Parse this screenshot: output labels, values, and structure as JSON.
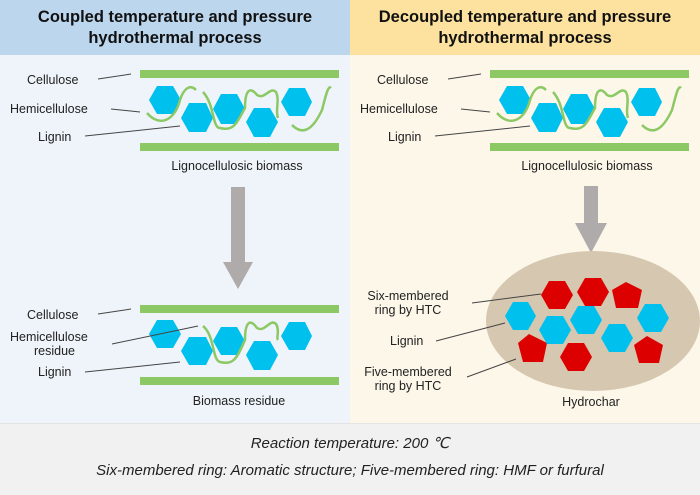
{
  "left_panel": {
    "title": "Coupled temperature and pressure hydrothermal process",
    "top": {
      "labels": {
        "cellulose": "Cellulose",
        "hemicellulose": "Hemicellulose",
        "lignin": "Lignin"
      },
      "caption": "Lignocellulosic biomass"
    },
    "bottom": {
      "labels": {
        "cellulose": "Cellulose",
        "hemicellulose_1": "Hemicellulose",
        "hemicellulose_2": "residue",
        "lignin": "Lignin"
      },
      "caption": "Biomass residue"
    }
  },
  "right_panel": {
    "title": "Decoupled temperature and pressure hydrothermal process",
    "top": {
      "labels": {
        "cellulose": "Cellulose",
        "hemicellulose": "Hemicellulose",
        "lignin": "Lignin"
      },
      "caption": "Lignocellulosic biomass"
    },
    "bottom": {
      "labels": {
        "six_1": "Six-membered",
        "six_2": "ring by HTC",
        "lignin": "Lignin",
        "five_1": "Five-membered",
        "five_2": "ring by HTC"
      },
      "caption": "Hydrochar"
    }
  },
  "footer": {
    "line1": "Reaction temperature: 200 ℃",
    "line2": "Six-membered ring: Aromatic structure; Five-membered ring: HMF or furfural"
  },
  "colors": {
    "cellulose": "#8cc864",
    "lignin": "#00c0ee",
    "htc_ring": "#dd0000",
    "hydrochar": "#d6c8b0",
    "arrow": "#b0abab",
    "left_header": "#bcd6ee",
    "right_header": "#fce29e"
  }
}
